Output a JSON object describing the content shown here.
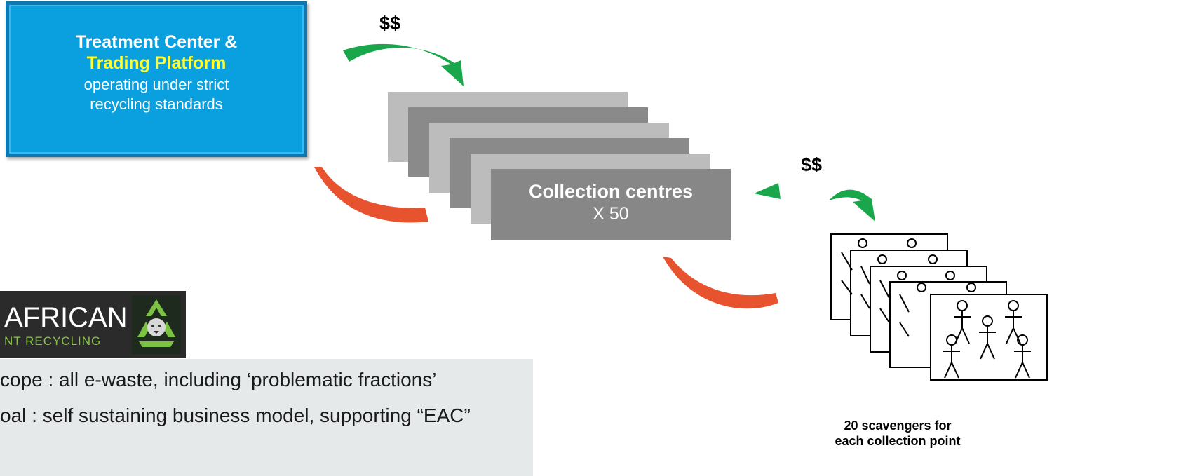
{
  "treatment_box": {
    "line1": "Treatment Center &",
    "line2": "Trading Platform",
    "line3": "operating under strict",
    "line4": "recycling standards"
  },
  "collection_box": {
    "title": "Collection centres",
    "count": "X 50"
  },
  "money_labels": {
    "top": "$$",
    "right": "$$"
  },
  "logo": {
    "text_large": "AFRICAN",
    "text_small": "NT RECYCLING"
  },
  "scope": {
    "line1": "cope : all e-waste, including ‘problematic fractions’",
    "line2": "oal : self sustaining business model, supporting “EAC”"
  },
  "scavengers_caption": {
    "line1": "20 scavengers for",
    "line2": "each collection point"
  },
  "colors": {
    "treatment_fill": "#0a9fde",
    "highlight_text": "#ffff33",
    "arrow_green": "#1aa64b",
    "arrow_red": "#e8532f",
    "card_light": "#bcbcbc",
    "card_dark": "#8a8a8a"
  }
}
